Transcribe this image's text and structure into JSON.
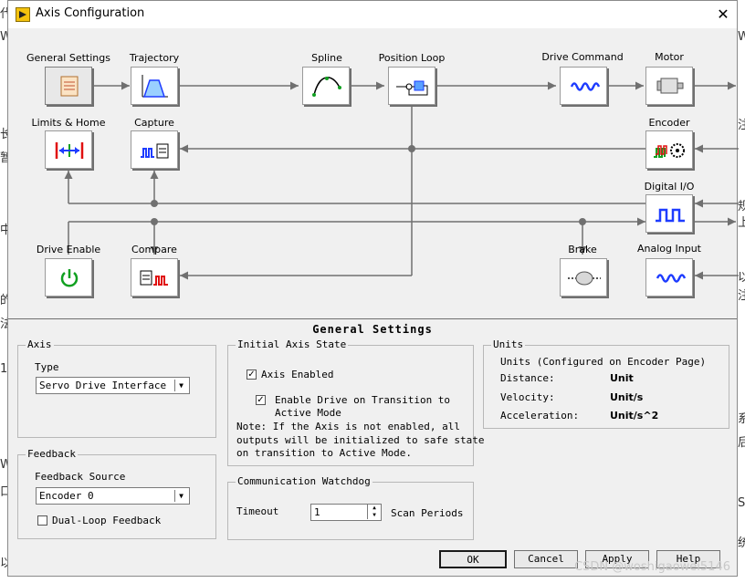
{
  "window": {
    "title": "Axis Configuration",
    "close_glyph": "✕"
  },
  "background_text": [
    "代",
    "W",
    "长",
    "暂",
    "中",
    "的",
    "法",
    "1-",
    "W",
    "口",
    "以",
    "W",
    "注",
    "规",
    "上",
    "以",
    "注",
    "S",
    "统",
    "后",
    "系"
  ],
  "diagram": {
    "blocks": {
      "general_settings": "General Settings",
      "trajectory": "Trajectory",
      "spline": "Spline",
      "position_loop": "Position Loop",
      "drive_command": "Drive Command",
      "motor": "Motor",
      "limits_home": "Limits & Home",
      "capture": "Capture",
      "encoder": "Encoder",
      "digital_io": "Digital I/O",
      "drive_enable": "Drive Enable",
      "compare": "Compare",
      "brake": "Brake",
      "analog_input": "Analog Input"
    },
    "icons": {
      "general_settings": "settings-sheet-icon",
      "trajectory": "trajectory-profile-icon",
      "spline": "spline-curve-icon",
      "position_loop": "control-loop-icon",
      "drive_command": "sine-wave-icon",
      "motor": "motor-icon",
      "limits_home": "limits-arrows-icon",
      "capture": "capture-icon",
      "encoder": "encoder-icon",
      "digital_io": "digital-pulse-icon",
      "drive_enable": "power-icon",
      "compare": "compare-icon",
      "brake": "brake-icon",
      "analog_input": "analog-wave-icon"
    }
  },
  "panel": {
    "title": "General Settings",
    "axis": {
      "group": "Axis",
      "type_label": "Type",
      "type_value": "Servo Drive Interface"
    },
    "feedback": {
      "group": "Feedback",
      "source_label": "Feedback Source",
      "source_value": "Encoder 0",
      "dual_loop_label": "Dual-Loop Feedback",
      "dual_loop_checked": false
    },
    "initial_state": {
      "group": "Initial Axis State",
      "axis_enabled_label": "Axis Enabled",
      "axis_enabled_checked": true,
      "enable_drive_label_1": "Enable Drive on Transition to",
      "enable_drive_label_2": "Active Mode",
      "enable_drive_checked": true,
      "note_1": "Note: If the Axis is not enabled, all",
      "note_2": "outputs will be initialized to safe state",
      "note_3": "on transition to Active Mode."
    },
    "watchdog": {
      "group": "Communication Watchdog",
      "timeout_label": "Timeout",
      "timeout_value": "1",
      "unit": "Scan Periods"
    },
    "units": {
      "group": "Units",
      "header": "Units (Configured on Encoder Page)",
      "distance_label": "Distance:",
      "distance_value": "Unit",
      "velocity_label": "Velocity:",
      "velocity_value": "Unit/s",
      "acceleration_label": "Acceleration:",
      "acceleration_value": "Unit/s^2"
    },
    "buttons": {
      "ok": "OK",
      "cancel": "Cancel",
      "apply": "Apply",
      "help": "Help"
    }
  },
  "watermark": "CSDN @woshigaowei5146",
  "colors": {
    "accent_blue": "#1e3cff",
    "red": "#e01010",
    "green": "#10a020"
  }
}
